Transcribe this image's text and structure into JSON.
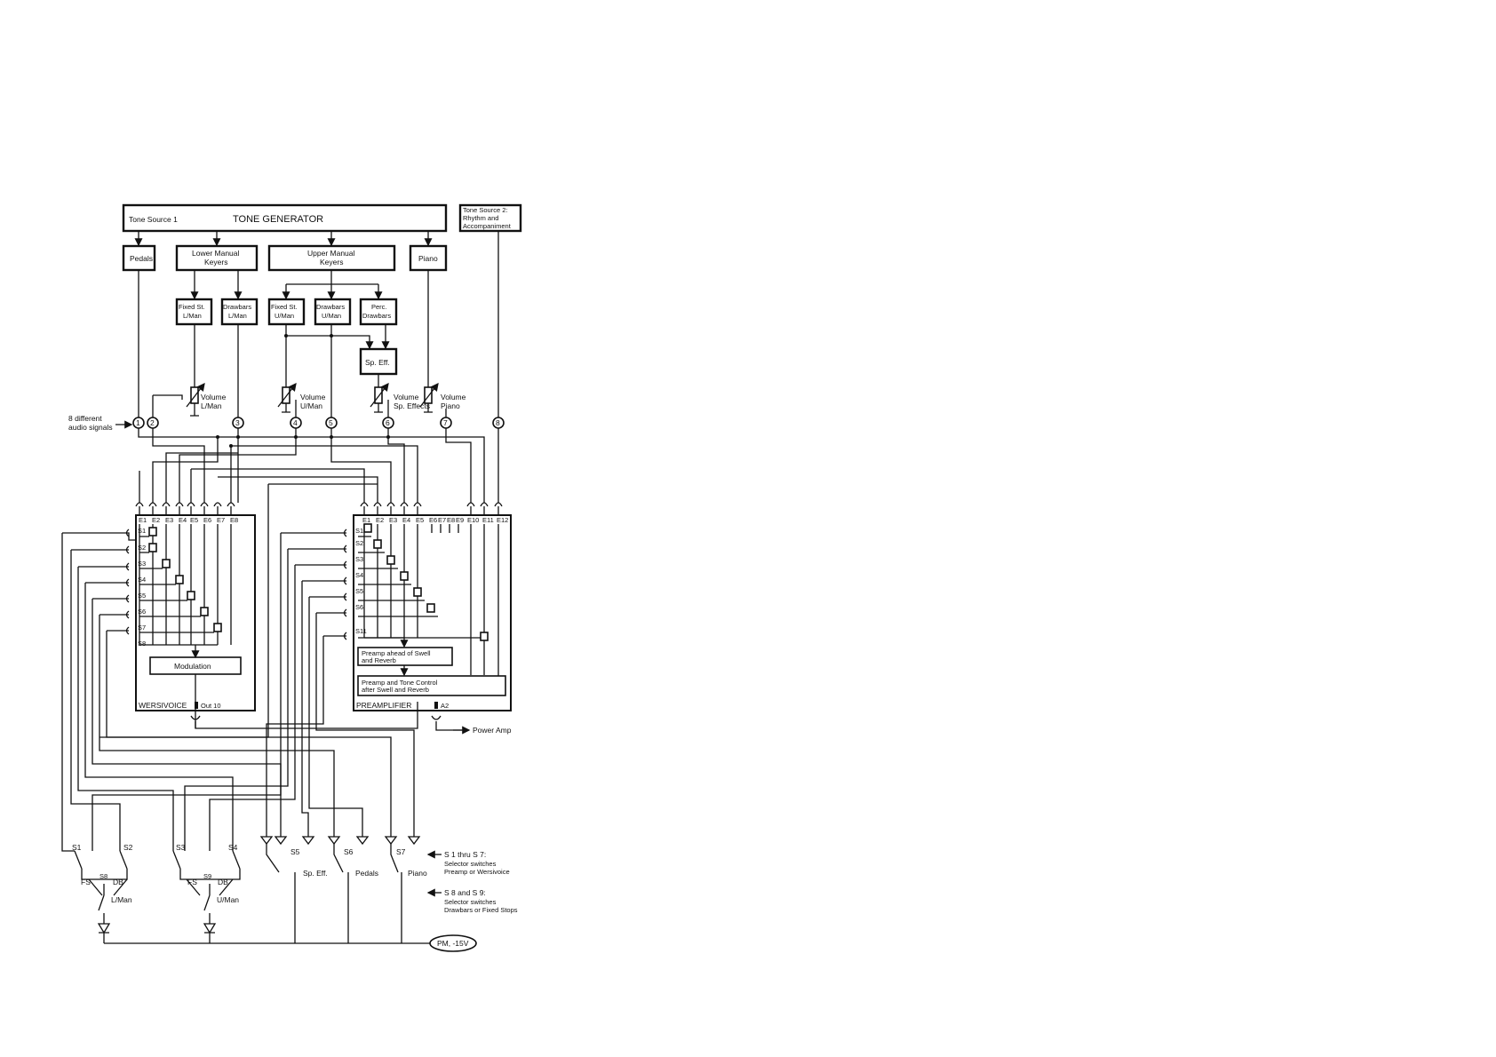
{
  "blocks": {
    "tone_source_1": "Tone Source 1",
    "tone_generator": "TONE GENERATOR",
    "tone_source_2": [
      "Tone Source 2:",
      "Rhythm and",
      "Accompaniment"
    ],
    "pedals": "Pedals",
    "lower_keyers": [
      "Lower Manual",
      "Keyers"
    ],
    "upper_keyers": [
      "Upper Manual",
      "Keyers"
    ],
    "piano": "Piano",
    "fixed_lman": [
      "Fixed St.",
      "L/Man"
    ],
    "drawbars_lman": [
      "Drawbars",
      "L/Man"
    ],
    "fixed_uman": [
      "Fixed St.",
      "U/Man"
    ],
    "drawbars_uman": [
      "Drawbars",
      "U/Man"
    ],
    "perc_drawbars": [
      "Perc.",
      "Drawbars"
    ],
    "sp_eff": "Sp. Eff.",
    "modulation": "Modulation",
    "preamp_ahead": [
      "Preamp ahead of Swell",
      "and Reverb"
    ],
    "preamp_after": [
      "Preamp and Tone Control",
      "after Swell and Reverb"
    ],
    "wersivoice": "WERSIVOICE",
    "out10": "Out 10",
    "preamplifier": "PREAMPLIFIER",
    "a2": "A2",
    "power_amp": "Power Amp",
    "pm_15v": "PM, -15V"
  },
  "volumes": {
    "lman": [
      "Volume",
      "L/Man"
    ],
    "uman": [
      "Volume",
      "U/Man"
    ],
    "sp_effects": [
      "Volume",
      "Sp. Effects"
    ],
    "piano": [
      "Volume",
      "Piano"
    ]
  },
  "signals": {
    "label": [
      "8 different",
      "audio signals"
    ],
    "numbers": [
      "1",
      "2",
      "3",
      "4",
      "5",
      "6",
      "7",
      "8"
    ]
  },
  "wersivoice_inputs": [
    "E1",
    "E2",
    "E3",
    "E4",
    "E5",
    "E6",
    "E7",
    "E8"
  ],
  "wersivoice_selects": [
    "S1",
    "S2",
    "S3",
    "S4",
    "S5",
    "S6",
    "S7",
    "S8"
  ],
  "preamp_inputs": [
    "E1",
    "E2",
    "E3",
    "E4",
    "E5",
    "E6",
    "E7",
    "E8",
    "E9",
    "E10",
    "E11",
    "E12"
  ],
  "preamp_selects": [
    "S1",
    "S2",
    "S3",
    "S4",
    "S5",
    "S6",
    "S11"
  ],
  "switches": {
    "s1": "S1",
    "s2": "S2",
    "s3": "S3",
    "s4": "S4",
    "s5": "S5",
    "s6": "S6",
    "s7": "S7",
    "s8": "S8",
    "s9": "S9",
    "fs": "FS",
    "db": "DB",
    "lman": "L/Man",
    "uman": "U/Man",
    "sp_eff": "Sp. Eff.",
    "pedals": "Pedals",
    "piano": "Piano"
  },
  "notes": {
    "s1_s7": [
      "S 1 thru S 7:",
      "Selector switches",
      "Preamp or Wersivoice"
    ],
    "s8_s9": [
      "S 8 and S 9:",
      "Selector switches",
      "Drawbars or Fixed Stops"
    ]
  }
}
